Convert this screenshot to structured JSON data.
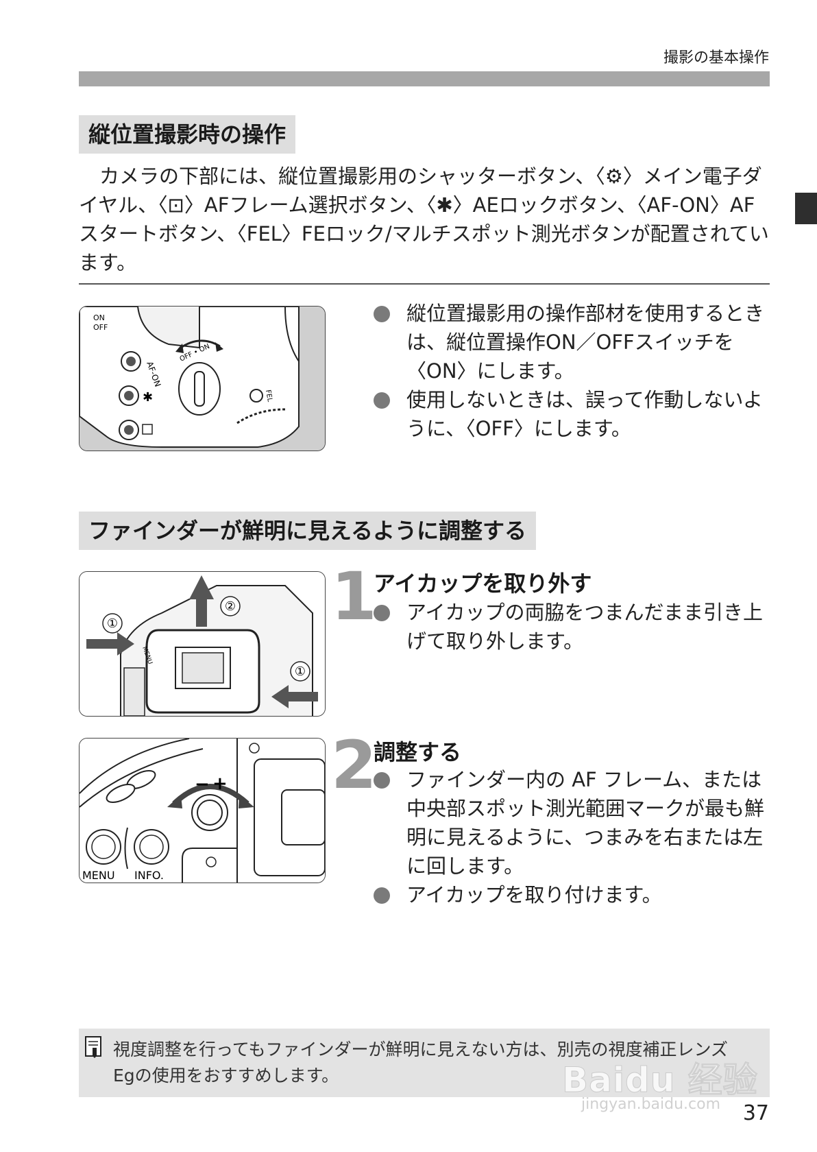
{
  "header": {
    "section_title": "撮影の基本操作"
  },
  "section1": {
    "heading": "縦位置撮影時の操作",
    "intro": "カメラの下部には、縦位置撮影用のシャッターボタン、〈⚙〉メイン電子ダイヤル、〈⊡〉AFフレーム選択ボタン、〈✱〉AEロックボタン、〈AF-ON〉AFスタートボタン、〈FEL〉FEロック/マルチスポット測光ボタンが配置されています。",
    "bullets": [
      "縦位置撮影用の操作部材を使用するときは、縦位置操作ON／OFFスイッチを〈ON〉にします。",
      "使用しないときは、誤って作動しないように、〈OFF〉にします。"
    ],
    "figure_labels": {
      "on": "ON",
      "off": "OFF",
      "afon": "AF-ON",
      "star": "✱",
      "fel": "FEL",
      "switch": "OFF • ON"
    }
  },
  "section2": {
    "heading": "ファインダーが鮮明に見えるように調整する",
    "steps": [
      {
        "number": "1",
        "title": "アイカップを取り外す",
        "bullets": [
          "アイカップの両脇をつまんだまま引き上げて取り外します。"
        ],
        "figure_labels": {
          "c1": "①",
          "c2": "②",
          "menu": "MENU"
        }
      },
      {
        "number": "2",
        "title": "調整する",
        "bullets": [
          "ファインダー内の AF フレーム、または中央部スポット測光範囲マークが最も鮮明に見えるように、つまみを右または左に回します。",
          "アイカップを取り付けます。"
        ],
        "figure_labels": {
          "minus": "−",
          "plus": "+",
          "menu": "MENU",
          "info": "INFO."
        }
      }
    ]
  },
  "note": {
    "icon": "memo-icon",
    "text1": "視度調整を行ってもファインダーが鮮明に見えない方は、別売の視度補正レンズ",
    "text2": "Egの使用をおすすめします。"
  },
  "page_number": "37",
  "watermark": {
    "main": "Baidu 经验",
    "sub": "jingyan.baidu.com"
  }
}
